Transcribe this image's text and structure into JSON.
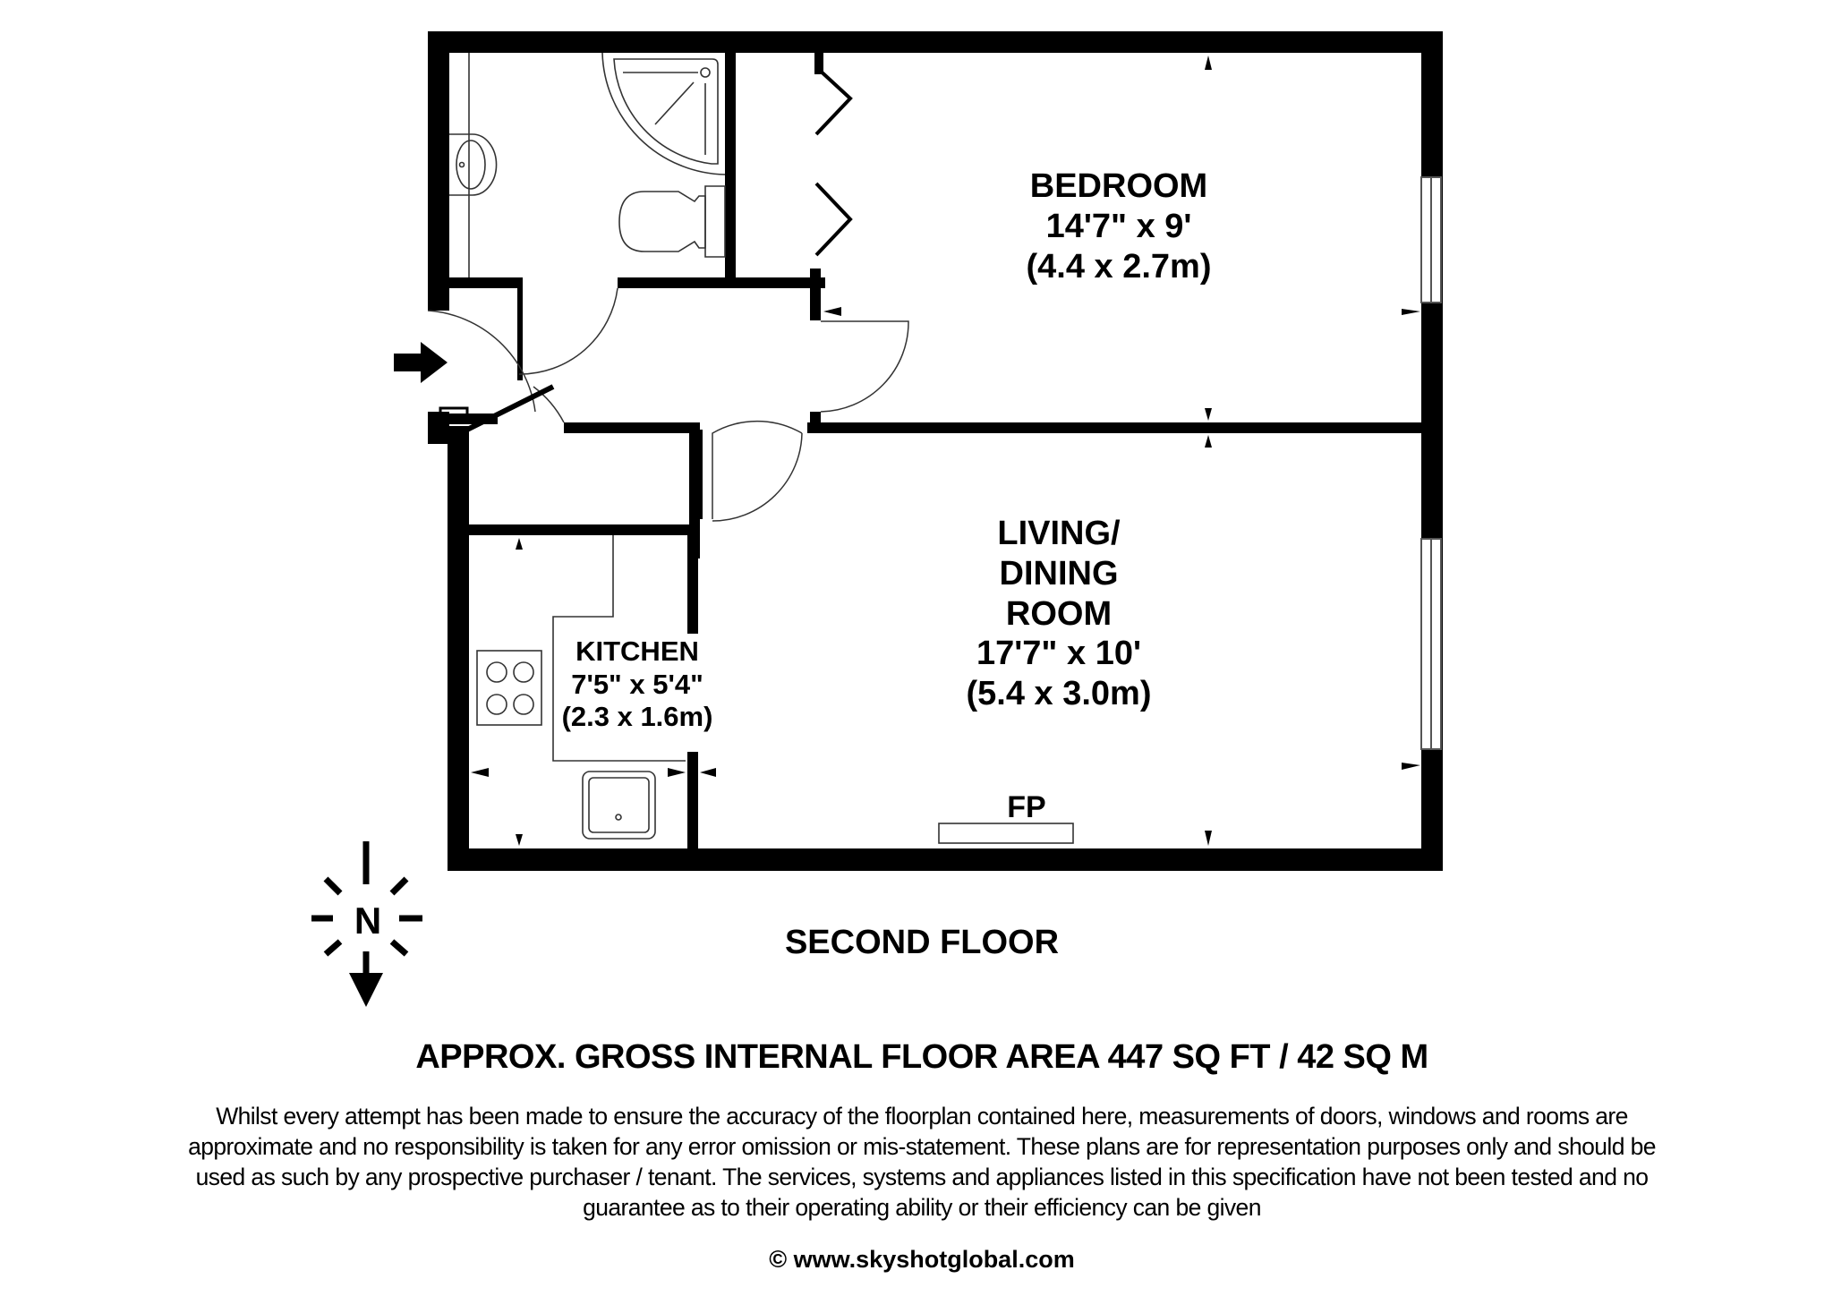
{
  "floor_name": "SECOND FLOOR",
  "rooms": {
    "bedroom": {
      "name": "BEDROOM",
      "dims_imperial": "14'7\" x 9'",
      "dims_metric": "(4.4 x 2.7m)"
    },
    "living": {
      "name_line1": "LIVING/",
      "name_line2": "DINING",
      "name_line3": "ROOM",
      "dims_imperial": "17'7\" x 10'",
      "dims_metric": "(5.4 x 3.0m)"
    },
    "kitchen": {
      "name": "KITCHEN",
      "dims_imperial": "7'5\" x 5'4\"",
      "dims_metric": "(2.3 x 1.6m)"
    }
  },
  "features": {
    "fireplace": "FP"
  },
  "compass": {
    "letter": "N",
    "icon": "north-arrow-icon"
  },
  "entrance": {
    "icon": "entrance-arrow-icon"
  },
  "area": {
    "text": "APPROX. GROSS INTERNAL FLOOR AREA 447 SQ FT / 42 SQ M",
    "sq_ft": 447,
    "sq_m": 42
  },
  "disclaimer": "Whilst every attempt has been made to ensure the accuracy of the floorplan contained here, measurements of doors, windows and rooms are approximate and no responsibility is taken for any error omission or mis-statement. These plans are for representation purposes only and should  be used as such by any prospective purchaser / tenant. The services, systems and appliances listed in this specification have not been tested and no guarantee as to their operating ability or their efficiency can be given",
  "copyright": "© www.skyshotglobal.com",
  "colors": {
    "wall": "#000000",
    "background": "#ffffff",
    "fixture_line": "#333333"
  }
}
